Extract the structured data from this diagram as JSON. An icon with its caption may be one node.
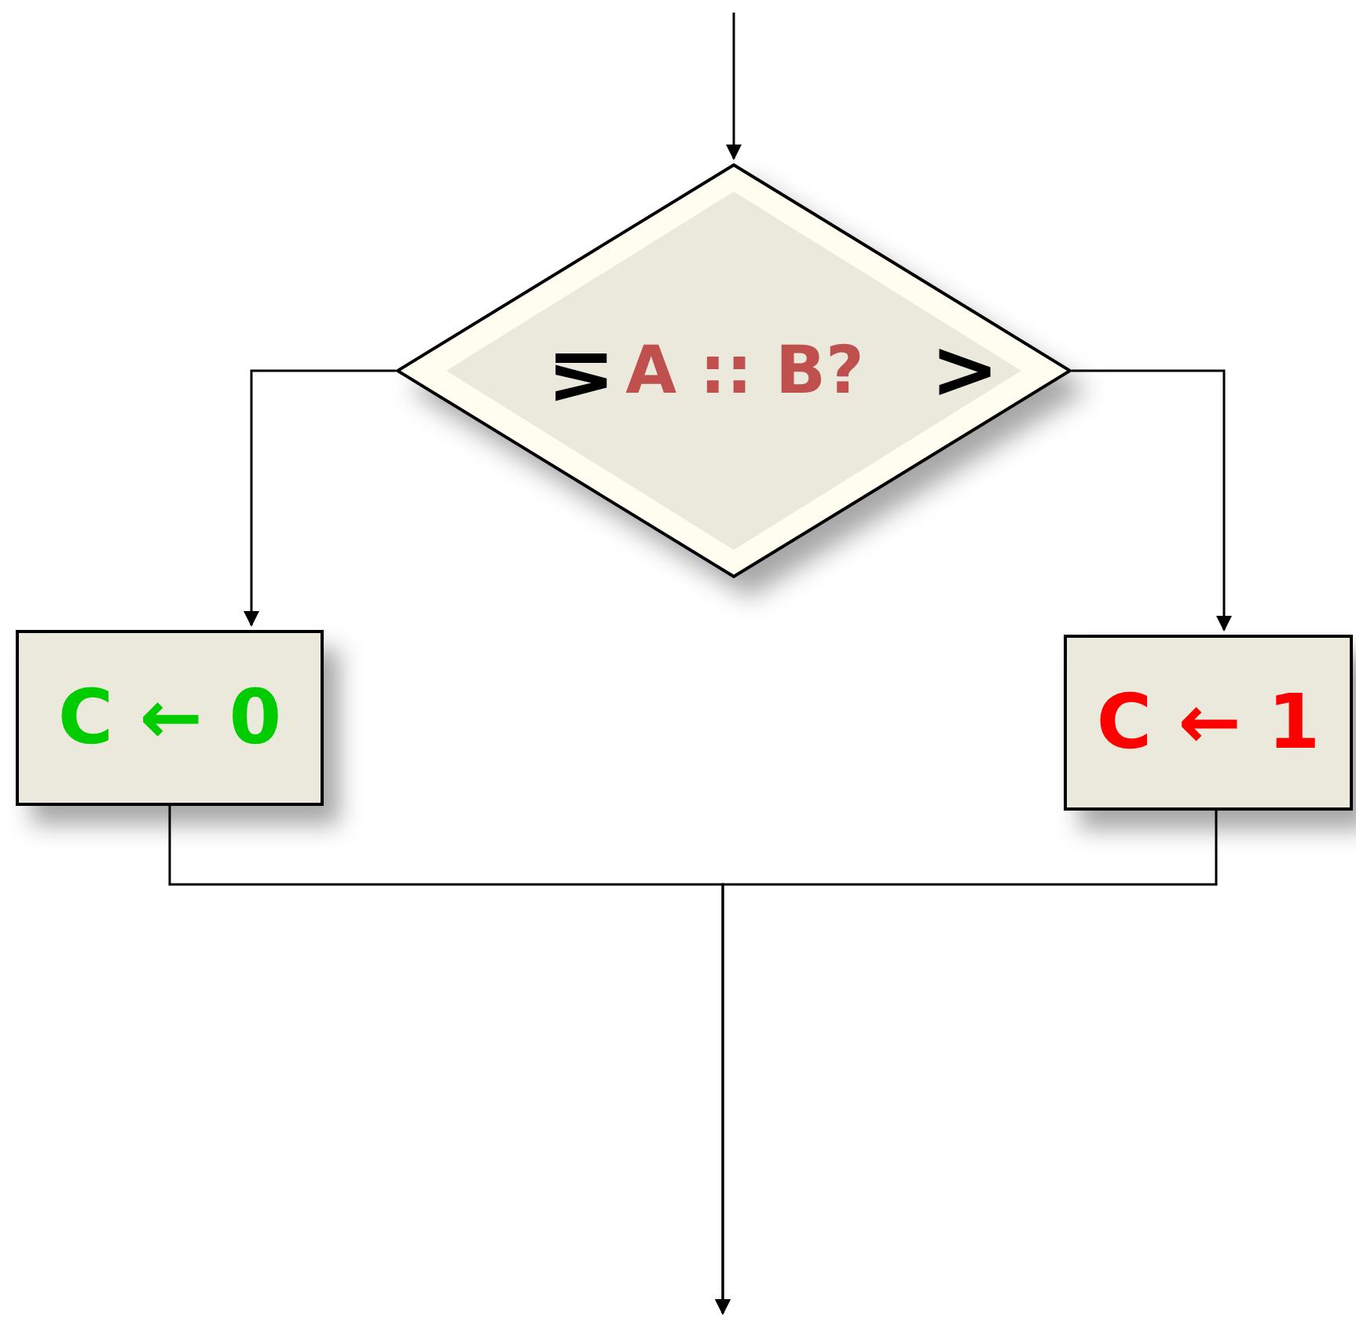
{
  "diagram": {
    "nodes": [
      {
        "text": [
          "A :: B?"
        ]
      },
      {
        "text": [
          "C ← 0"
        ]
      },
      {
        "text": [
          "C ← 1"
        ]
      }
    ],
    "edges": [
      {
        "from": null,
        "to": 0,
        "arrow": "to"
      },
      {
        "from": 0,
        "to": 1,
        "arrow": "to",
        "label": "≤"
      },
      {
        "from": 0,
        "to": 2,
        "arrow": "to",
        "label": ">"
      },
      {
        "from": 1,
        "to": null,
        "arrow": "to"
      },
      {
        "from": 2,
        "to": null,
        "arrow": "to"
      }
    ]
  }
}
